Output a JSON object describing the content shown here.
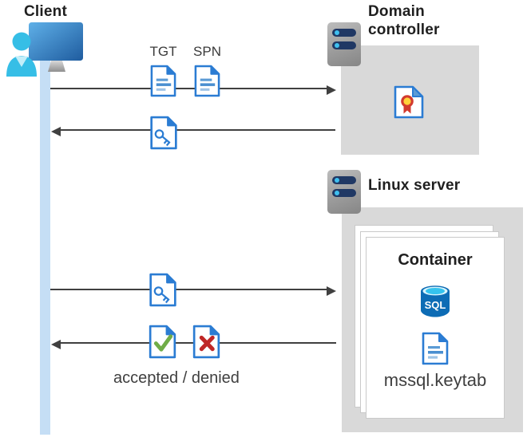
{
  "client": {
    "label": "Client",
    "icon": "person-at-monitor-icon"
  },
  "domain_controller": {
    "label": "Domain\ncontroller",
    "icon": "server-icon",
    "zone_icon": "certificate-icon"
  },
  "linux_server": {
    "label": "Linux server",
    "icon": "server-icon"
  },
  "container": {
    "title": "Container",
    "sql_icon_label": "SQL",
    "keytab_file": "mssql.keytab",
    "icons": [
      "sql-database-icon",
      "keytab-document-icon"
    ]
  },
  "flows": [
    {
      "direction": "right",
      "from": "client",
      "to": "domain-controller",
      "artifacts": [
        {
          "label": "TGT",
          "icon": "document-icon"
        },
        {
          "label": "SPN",
          "icon": "document-icon"
        }
      ]
    },
    {
      "direction": "left",
      "from": "domain-controller",
      "to": "client",
      "artifacts": [
        {
          "icon": "key-document-icon"
        }
      ]
    },
    {
      "direction": "right",
      "from": "client",
      "to": "linux-server",
      "artifacts": [
        {
          "icon": "key-document-icon"
        }
      ]
    },
    {
      "direction": "left",
      "from": "linux-server",
      "to": "client",
      "artifacts": [
        {
          "icon": "accepted-document-icon"
        },
        {
          "icon": "denied-document-icon"
        }
      ],
      "caption": "accepted / denied"
    }
  ],
  "colors": {
    "accent_blue": "#2b7cd3",
    "doc_line_blue": "#5b9bd5",
    "zone_gray": "#d9d9d9",
    "timeline_blue": "#c5def5",
    "arrow_gray": "#404040",
    "accepted_green": "#70ad47",
    "denied_red": "#bf2626",
    "cert_red": "#d23a2e",
    "cert_yellow": "#ffd23a",
    "sql_body_blue": "#0d6cb5",
    "sql_top_cyan": "#35c3ee",
    "server_bar_navy": "#203864",
    "server_dot_cyan": "#3fc0f0",
    "client_cyan": "#36bee6",
    "monitor_blue": "#2d6fb5"
  }
}
